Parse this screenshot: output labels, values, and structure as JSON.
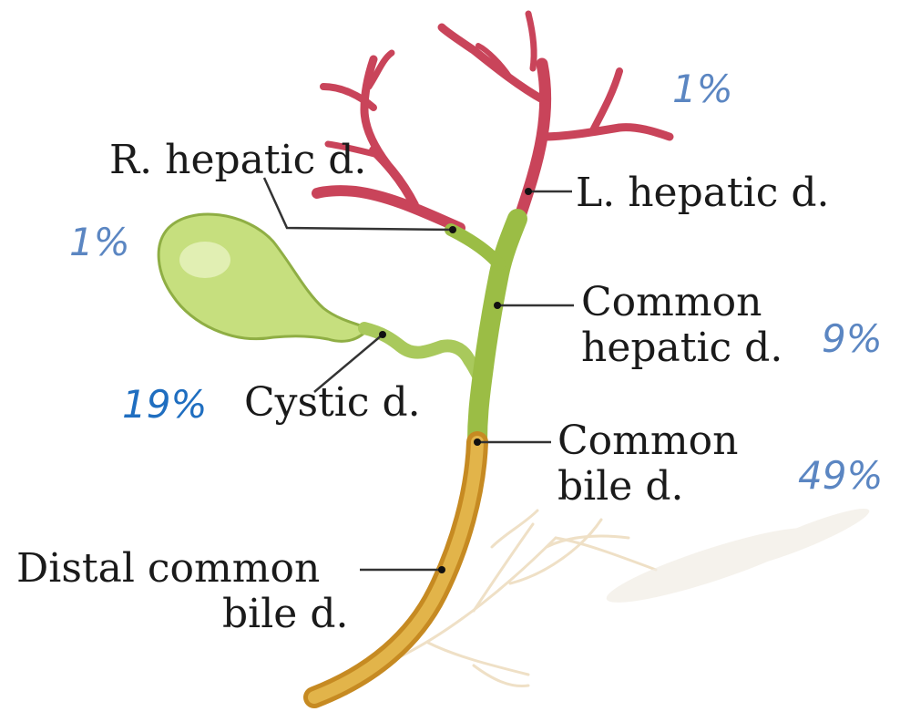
{
  "labels": {
    "r_hepatic": "R. hepatic d.",
    "l_hepatic": "L. hepatic d.",
    "common_hepatic_1": "Common",
    "common_hepatic_2": "hepatic d.",
    "cystic": "Cystic d.",
    "common_bile_1": "Common",
    "common_bile_2": "bile d.",
    "distal_1": "Distal common",
    "distal_2": "bile d."
  },
  "percentages": {
    "l_hepatic": "1%",
    "r_hepatic": "1%",
    "common_hepatic": "9%",
    "cystic": "19%",
    "common_bile": "49%"
  },
  "colors": {
    "percent_text": "#5b86c2",
    "percent_text_cystic": "#1f6ec0",
    "hepatic_ducts": "#c9445a",
    "gallbladder": "#b8d66a",
    "bile_duct": "#d8a73a"
  }
}
